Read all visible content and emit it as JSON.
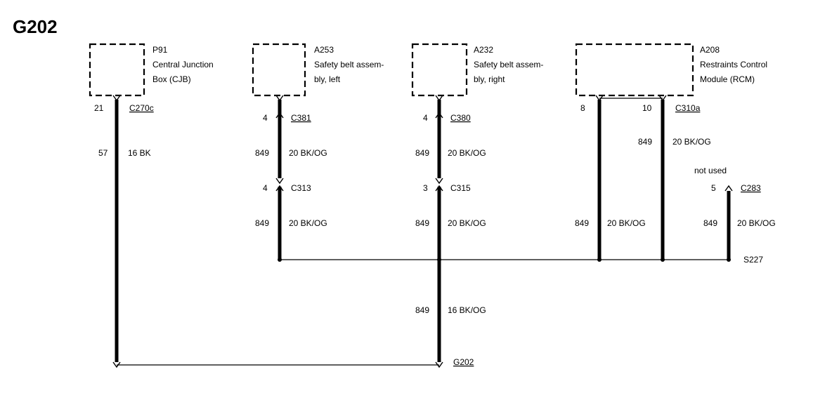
{
  "title": "G202",
  "components": {
    "p91": {
      "id": "P91",
      "line1": "Central Junction",
      "line2": "Box (CJB)"
    },
    "a253": {
      "id": "A253",
      "line1": "Safety belt assem-",
      "line2": "bly, left"
    },
    "a232": {
      "id": "A232",
      "line1": "Safety belt assem-",
      "line2": "bly, right"
    },
    "a208": {
      "id": "A208",
      "line1": "Restraints Control",
      "line2": "Module (RCM)"
    }
  },
  "pins": {
    "p91_c270c": "21",
    "a253_c381": "4",
    "a253_c313": "4",
    "a232_c380": "4",
    "a232_c315": "3",
    "rcm_left": "8",
    "rcm_right": "10",
    "c283": "5"
  },
  "connectors": {
    "c270c": "C270c",
    "c381": "C381",
    "c313": "C313",
    "c380": "C380",
    "c315": "C315",
    "c310a": "C310a",
    "c283": "C283",
    "splice": "S227",
    "ground": "G202"
  },
  "circuits": {
    "w1": {
      "num": "57",
      "spec": "16 BK"
    },
    "w2": {
      "num": "849",
      "spec": "20 BK/OG"
    },
    "w3": {
      "num": "849",
      "spec": "20 BK/OG"
    },
    "w4": {
      "num": "849",
      "spec": "20 BK/OG"
    },
    "w5": {
      "num": "849",
      "spec": "20 BK/OG"
    },
    "w6": {
      "num": "849",
      "spec": "20 BK/OG"
    },
    "w7": {
      "num": "849",
      "spec": "20 BK/OG"
    },
    "w8": {
      "num": "849",
      "spec": "20 BK/OG"
    },
    "w9": {
      "num": "849",
      "spec": "16 BK/OG"
    }
  },
  "notes": {
    "not_used": "not used"
  }
}
